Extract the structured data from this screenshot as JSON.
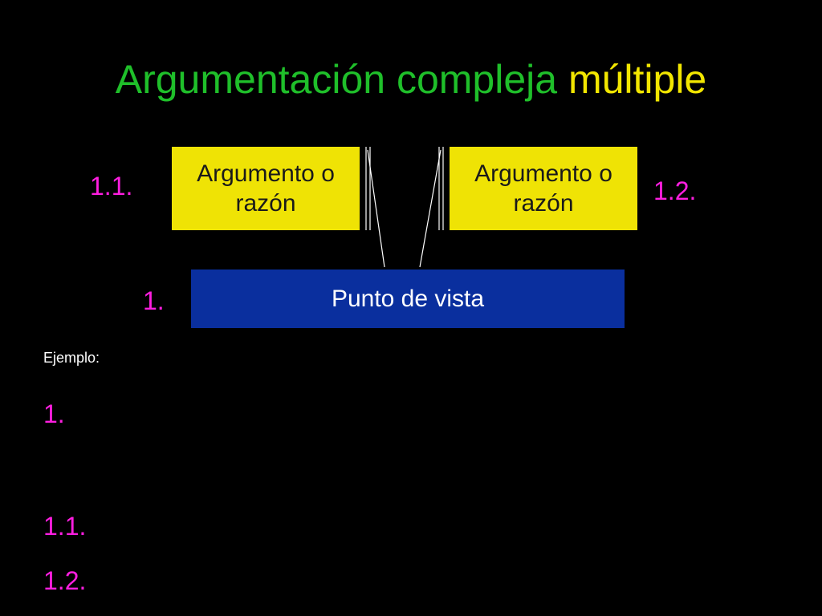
{
  "title": {
    "main": "Argumentación compleja",
    "accent": "múltiple"
  },
  "diagram": {
    "argument_left": {
      "number": "1.1.",
      "line1": "Argumento o",
      "line2": "razón"
    },
    "argument_right": {
      "number": "1.2.",
      "line1": "Argumento o",
      "line2": "razón"
    },
    "point_of_view": {
      "number": "1.",
      "label": "Punto de vista"
    }
  },
  "example": {
    "label": "Ejemplo:",
    "items": [
      "1.",
      "1.1.",
      "1.2."
    ]
  },
  "colors": {
    "background": "#000000",
    "title_main": "#1fbf2a",
    "title_accent": "#f2e600",
    "numbers": "#ff1ee0",
    "argument_box": "#efe305",
    "point_of_view_box": "#0a2f9e",
    "connector": "#ffffff"
  }
}
